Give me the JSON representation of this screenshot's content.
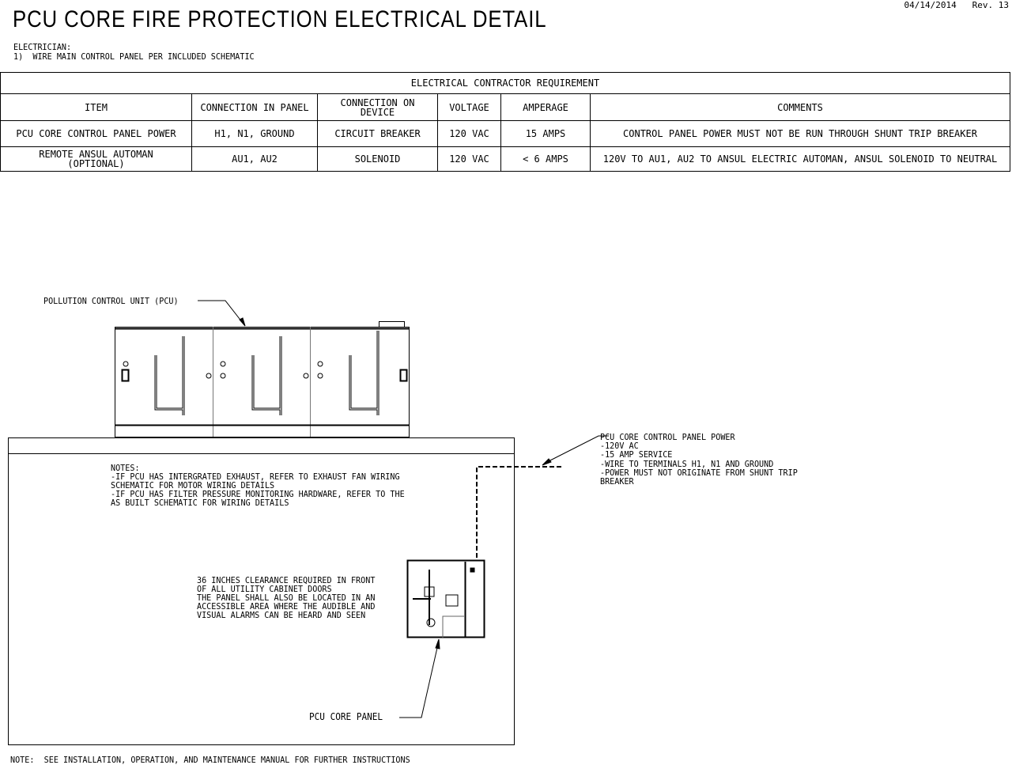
{
  "header": {
    "title": "PCU CORE FIRE PROTECTION ELECTRICAL DETAIL",
    "date": "04/14/2014",
    "revision": "Rev. 13"
  },
  "instructions": {
    "heading": "ELECTRICIAN:",
    "item1": "1)  WIRE MAIN CONTROL PANEL PER INCLUDED SCHEMATIC"
  },
  "table": {
    "title": "ELECTRICAL CONTRACTOR REQUIREMENT",
    "columns": [
      "ITEM",
      "CONNECTION IN PANEL",
      "CONNECTION ON DEVICE",
      "VOLTAGE",
      "AMPERAGE",
      "COMMENTS"
    ],
    "rows": [
      [
        "PCU CORE CONTROL PANEL POWER",
        "H1, N1, GROUND",
        "CIRCUIT BREAKER",
        "120 VAC",
        "15 AMPS",
        "CONTROL PANEL POWER MUST NOT BE RUN THROUGH SHUNT TRIP BREAKER"
      ],
      [
        "REMOTE ANSUL AUTOMAN (OPTIONAL)",
        "AU1, AU2",
        "SOLENOID",
        "120 VAC",
        "< 6 AMPS",
        "120V TO AU1, AU2 TO ANSUL ELECTRIC AUTOMAN, ANSUL SOLENOID TO NEUTRAL"
      ]
    ]
  },
  "diagram": {
    "pcu_label": "POLLUTION CONTROL UNIT (PCU)",
    "notes": [
      "NOTES:",
      "-IF PCU HAS INTERGRATED EXHAUST, REFER TO EXHAUST FAN WIRING",
      "SCHEMATIC FOR MOTOR WIRING DETAILS",
      "-IF PCU HAS FILTER PRESSURE MONITORING HARDWARE, REFER TO THE",
      "AS BUILT SCHEMATIC FOR WIRING DETAILS"
    ],
    "clearance": [
      "36 INCHES CLEARANCE REQUIRED IN FRONT",
      "OF ALL UTILITY CABINET DOORS",
      "THE PANEL SHALL ALSO BE LOCATED IN AN",
      "ACCESSIBLE AREA WHERE THE AUDIBLE AND",
      "VISUAL ALARMS CAN BE HEARD AND SEEN"
    ],
    "power_callout": [
      "PCU CORE CONTROL PANEL POWER",
      "-120V AC",
      "-15 AMP SERVICE",
      "-WIRE TO TERMINALS H1, N1 AND GROUND",
      "-POWER MUST NOT ORIGINATE FROM SHUNT TRIP",
      "BREAKER"
    ],
    "panel_label": "PCU CORE PANEL"
  },
  "footer": {
    "note": "NOTE:  SEE INSTALLATION, OPERATION, AND MAINTENANCE MANUAL FOR FURTHER INSTRUCTIONS"
  }
}
